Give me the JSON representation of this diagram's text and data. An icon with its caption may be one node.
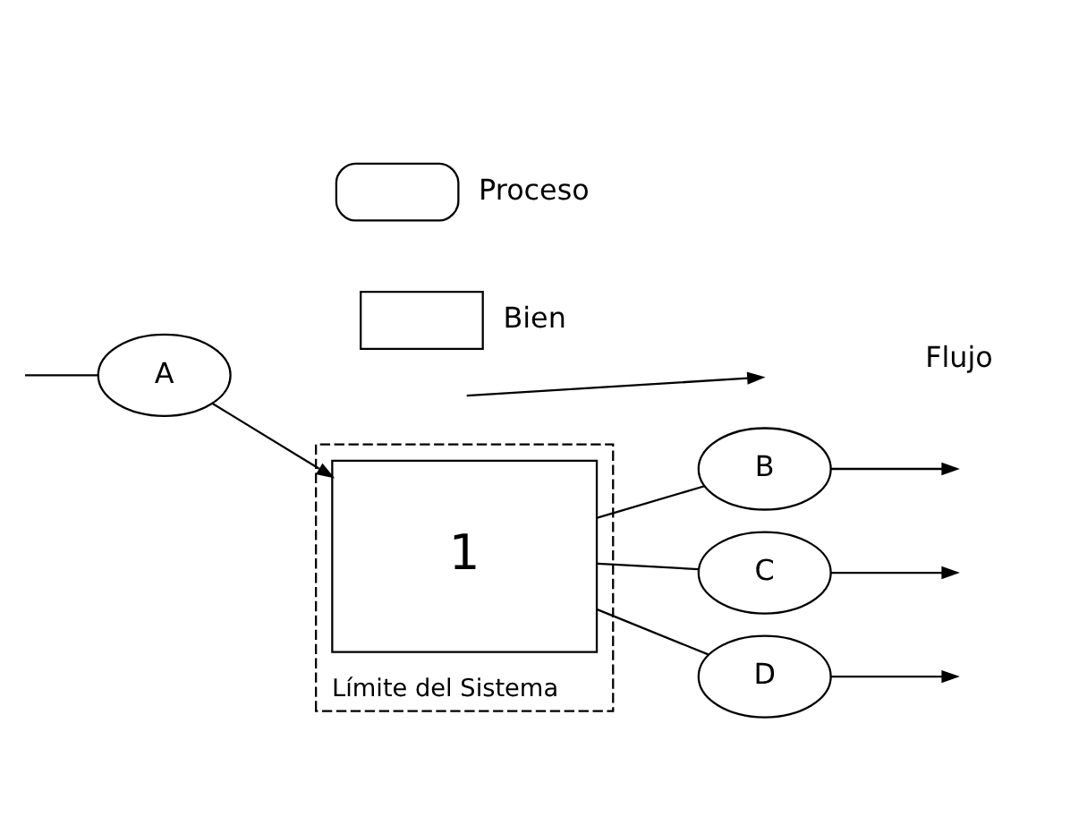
{
  "diagram": {
    "nodes": [
      {
        "text": [
          "Límite del Sistema"
        ]
      },
      {
        "text": [
          "A"
        ]
      },
      {
        "text": [
          "1"
        ],
        "in": 0
      },
      {
        "text": [
          "B"
        ]
      },
      {
        "text": [
          "C"
        ]
      },
      {
        "text": [
          "D"
        ]
      }
    ],
    "edges": [
      {
        "from": null,
        "to": 1,
        "arrow": "none"
      },
      {
        "from": 1,
        "to": 2,
        "arrow": "to"
      },
      {
        "from": 2,
        "to": 3,
        "arrow": "none"
      },
      {
        "from": 2,
        "to": 4,
        "arrow": "none"
      },
      {
        "from": 2,
        "to": 5,
        "arrow": "none"
      },
      {
        "from": 3,
        "to": null,
        "arrow": "to"
      },
      {
        "from": 4,
        "to": null,
        "arrow": "to"
      },
      {
        "from": 5,
        "to": null,
        "arrow": "to"
      }
    ],
    "legend": [
      {
        "text": "Proceso"
      },
      {
        "text": "Bien"
      },
      {
        "text": "Flujo"
      }
    ]
  }
}
